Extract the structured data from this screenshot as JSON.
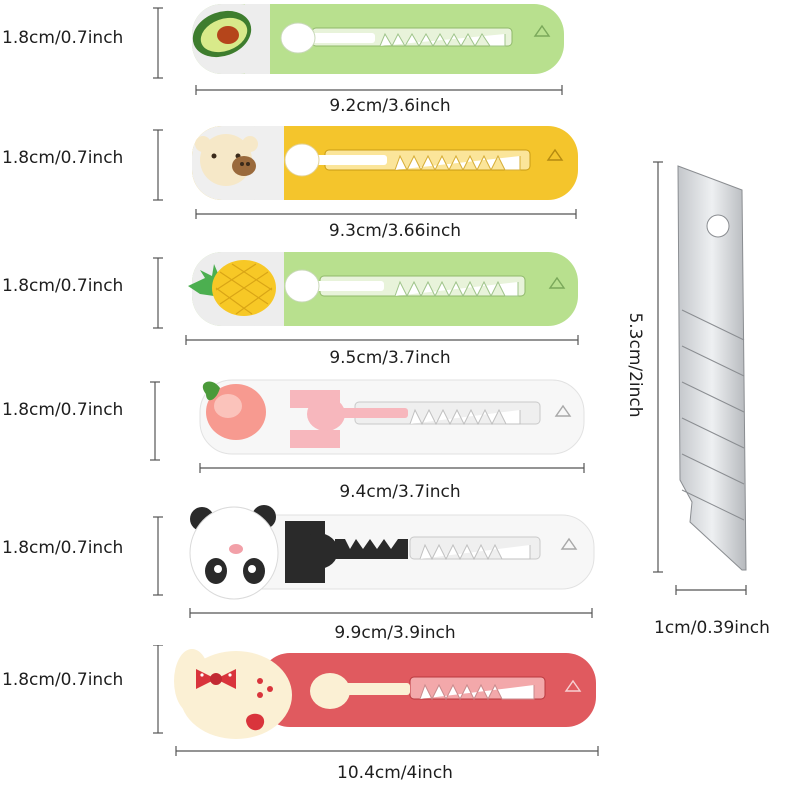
{
  "cutters": [
    {
      "height_label": "1.8cm/0.7inch",
      "width_label": "9.2cm/3.6inch",
      "character": "avocado",
      "body_color": "#b8e08e",
      "slider_color": "#ffffff"
    },
    {
      "height_label": "1.8cm/0.7inch",
      "width_label": "9.3cm/3.66inch",
      "character": "bear",
      "body_color": "#f4c52c",
      "slider_color": "#ffffff"
    },
    {
      "height_label": "1.8cm/0.7inch",
      "width_label": "9.5cm/3.7inch",
      "character": "pineapple",
      "body_color": "#b8e08e",
      "slider_color": "#ffffff"
    },
    {
      "height_label": "1.8cm/0.7inch",
      "width_label": "9.4cm/3.7inch",
      "character": "peach",
      "body_color": "#f7f7f7",
      "slider_color": "#f7b7bd"
    },
    {
      "height_label": "1.8cm/0.7inch",
      "width_label": "9.9cm/3.9inch",
      "character": "panda",
      "body_color": "#f7f7f7",
      "slider_color": "#2a2a2a"
    },
    {
      "height_label": "1.8cm/0.7inch",
      "width_label": "10.4cm/4inch",
      "character": "rabbit",
      "body_color": "#e05a5f",
      "slider_color": "#fbf0d4"
    }
  ],
  "blade": {
    "height_label": "5.3cm/2inch",
    "width_label": "1cm/0.39inch"
  }
}
